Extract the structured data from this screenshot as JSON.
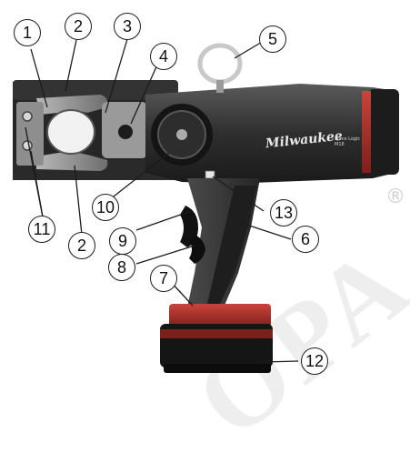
{
  "watermark": {
    "text": "OPA",
    "symbol": "®"
  },
  "tool": {
    "brand": "Milwaukee",
    "label_lines": [
      "Force Logic",
      "M18"
    ]
  },
  "callouts": [
    "1",
    "2",
    "3",
    "4",
    "5",
    "2",
    "6",
    "7",
    "8",
    "9",
    "10",
    "11",
    "12",
    "13"
  ],
  "colors": {
    "body": "#2b2b2b",
    "grip": "#3a3a3a",
    "accent_red": "#b5302a",
    "battery_red": "#a52a24",
    "ring": "#c8c8c8",
    "jaw": "#1f1f1f",
    "die": "#9a9a9a"
  }
}
